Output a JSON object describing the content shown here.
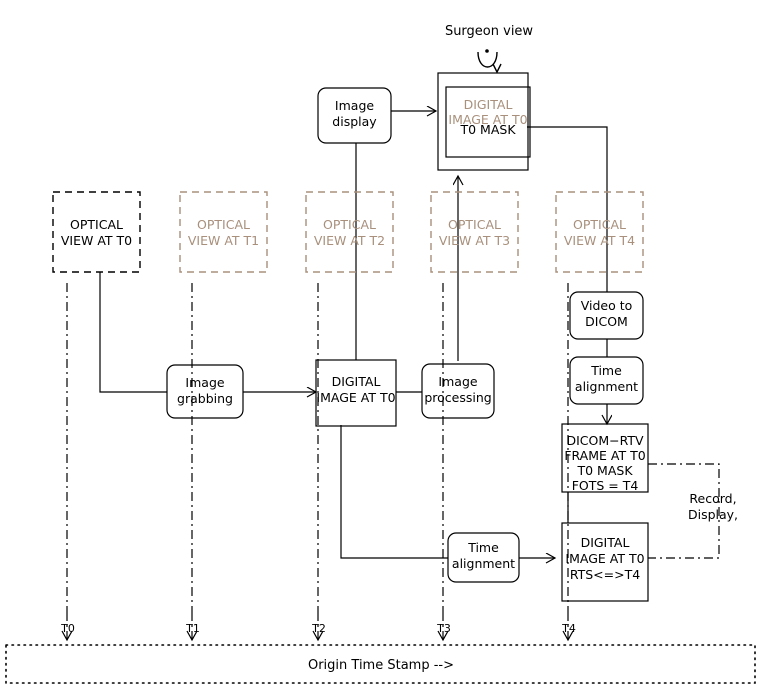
{
  "diagram": {
    "title_caption": "Surgeon view",
    "timeline_label": "Origin Time Stamp -->",
    "colors": {
      "ink": "#000000",
      "tan": "#a8907c",
      "background": "#ffffff"
    },
    "nodes": {
      "surgeon_view": {
        "label": "Surgeon view"
      },
      "image_display": {
        "label_line1": "Image",
        "label_line2": "display"
      },
      "t0_mask_outer": {
        "label_line1": "DIGITAL",
        "label_line2": "IMAGE AT T0",
        "label_line3": "T0 MASK"
      },
      "optical_t0": {
        "label_line1": "OPTICAL",
        "label_line2": "VIEW AT T0"
      },
      "optical_t1": {
        "label_line1": "OPTICAL",
        "label_line2": "VIEW AT T1"
      },
      "optical_t2": {
        "label_line1": "OPTICAL",
        "label_line2": "VIEW AT T2"
      },
      "optical_t3": {
        "label_line1": "OPTICAL",
        "label_line2": "VIEW AT T3"
      },
      "optical_t4": {
        "label_line1": "OPTICAL",
        "label_line2": "VIEW AT T4"
      },
      "video_to_dicom": {
        "label_line1": "Video to",
        "label_line2": "DICOM"
      },
      "time_alignment_top": {
        "label_line1": "Time",
        "label_line2": "alignment"
      },
      "time_alignment_bottom": {
        "label_line1": "Time",
        "label_line2": "alignment"
      },
      "image_grabbing": {
        "label_line1": "Image",
        "label_line2": "grabbing"
      },
      "digital_image_t0": {
        "label_line1": "DIGITAL",
        "label_line2": "IMAGE AT T0"
      },
      "image_processing": {
        "label_line1": "Image",
        "label_line2": "processing"
      },
      "dicom_rtv_frame": {
        "label_line1": "DICOM−RTV",
        "label_line2": "FRAME AT T0",
        "label_line3": "T0 MASK",
        "label_line4": "FOTS = T4"
      },
      "digital_image_rts": {
        "label_line1": "DIGITAL",
        "label_line2": "IMAGE AT T0",
        "label_line3": "RTS<=>T4"
      },
      "record_display": {
        "label_line1": "Record,",
        "label_line2": "Display,",
        "label_line3": ".."
      }
    },
    "timeline": {
      "ticks": [
        {
          "label": "T0"
        },
        {
          "label": "T1"
        },
        {
          "label": "T2"
        },
        {
          "label": "T3"
        },
        {
          "label": "T4"
        }
      ],
      "caption": "Origin Time Stamp -->"
    }
  }
}
